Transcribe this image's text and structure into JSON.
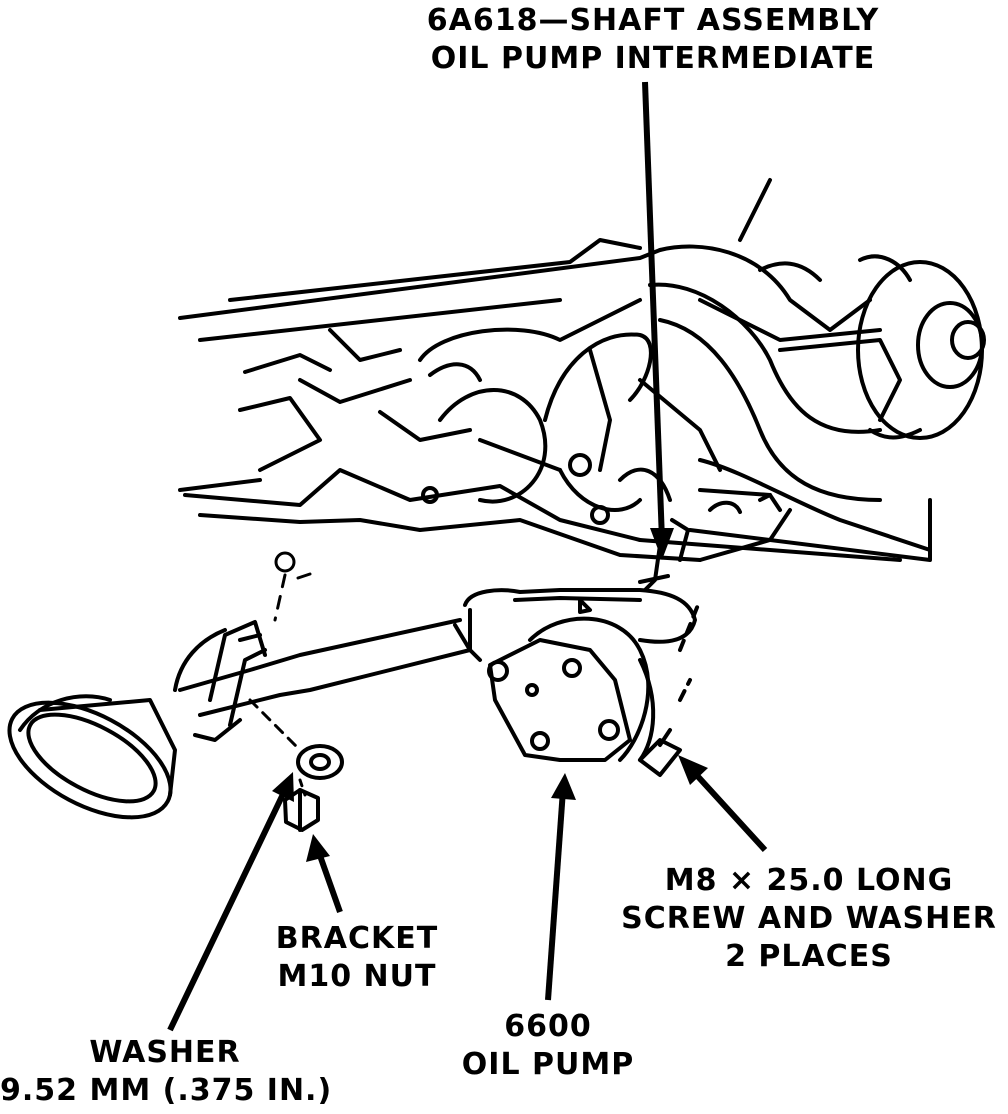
{
  "callouts": {
    "shaft": {
      "line1": "6A618—SHAFT ASSEMBLY",
      "line2": "OIL PUMP INTERMEDIATE"
    },
    "screw": {
      "line1": "M8 × 25.0 LONG",
      "line2": "SCREW AND WASHER",
      "line3": "2 PLACES"
    },
    "bracket": {
      "line1": "BRACKET",
      "line2": "M10 NUT"
    },
    "pump": {
      "line1": "6600",
      "line2": "OIL PUMP"
    },
    "washer": {
      "line1": "WASHER",
      "line2": "9.52 MM (.375 IN.)"
    }
  }
}
